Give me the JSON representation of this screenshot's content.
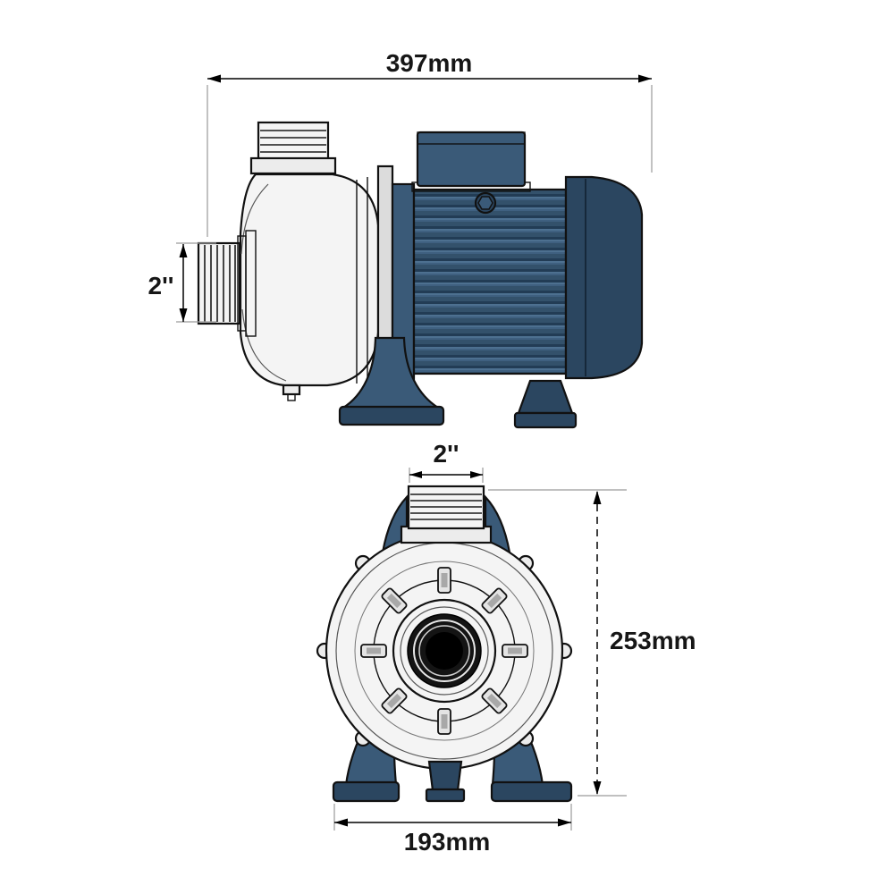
{
  "diagram": {
    "name": "Centrifugal pump dimensional drawing",
    "views": {
      "side_view": "side elevation",
      "front_view": "front elevation"
    },
    "labels": {
      "overall_length": "397mm",
      "inlet_size": "2''",
      "outlet_size": "2''",
      "overall_height": "253mm",
      "footprint_width": "193mm"
    },
    "colors": {
      "motor_blue": "#3a5a78",
      "motor_blue_dark": "#2b4660",
      "casing_light": "#f4f4f4",
      "outline": "#111111",
      "dimension_line": "#000000",
      "extension_line": "#9a9a9a"
    }
  }
}
